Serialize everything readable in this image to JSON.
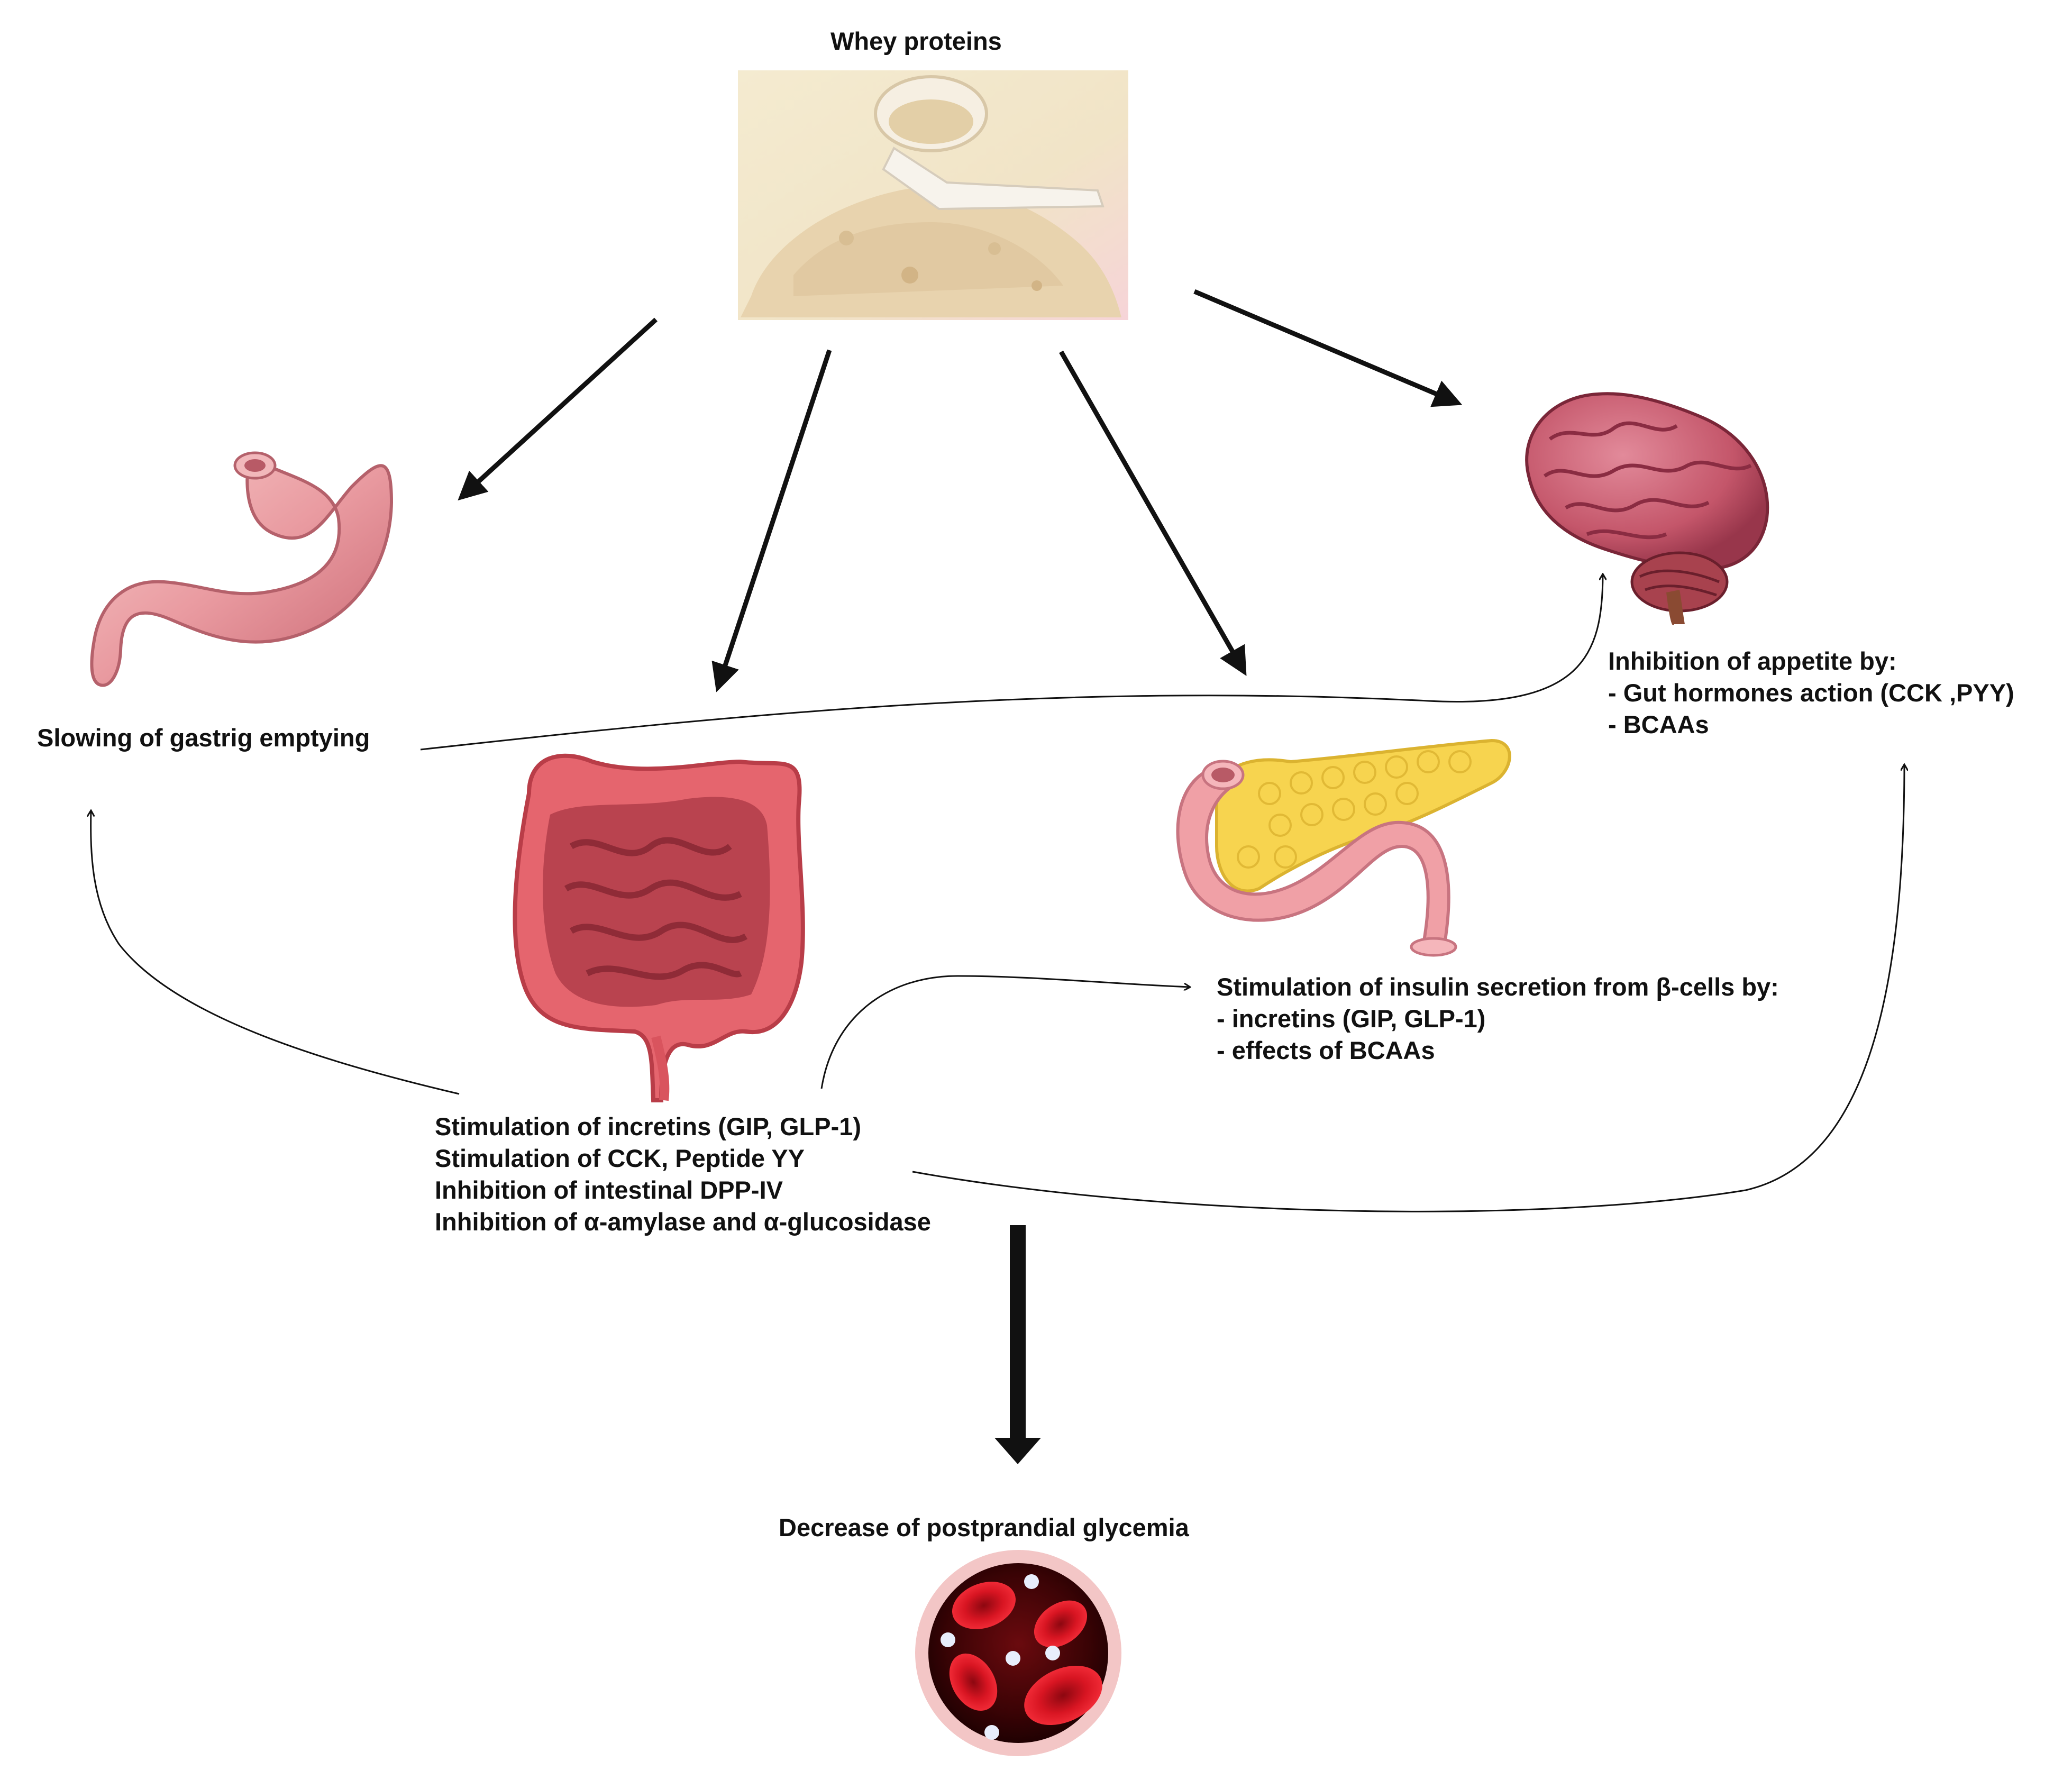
{
  "diagram": {
    "source_node": {
      "label": "Whey proteins",
      "icon": "whey-powder-icon"
    },
    "stomach": {
      "label": "Slowing of gastrig emptying",
      "icon": "stomach-icon"
    },
    "brain": {
      "icon": "brain-icon",
      "lines": [
        "Inhibition of appetite by:",
        "- Gut hormones action (CCK ,PYY)",
        "- BCAAs"
      ]
    },
    "pancreas": {
      "icon": "pancreas-icon",
      "lines": [
        "Stimulation of insulin secretion from  β-cells by:",
        "- incretins (GIP, GLP-1)",
        "- effects of BCAAs"
      ]
    },
    "intestine": {
      "icon": "intestine-icon",
      "lines": [
        "Stimulation of incretins (GIP, GLP-1)",
        "Stimulation of CCK, Peptide YY",
        "Inhibition of intestinal DPP-IV",
        "Inhibition of α-amylase and α-glucosidase"
      ]
    },
    "outcome": {
      "label": "Decrease of postprandial glycemia",
      "icon": "blood-cells-icon"
    },
    "colors": {
      "arrow": "#111111",
      "stomach": "#e9a5a8",
      "intestine": "#d9545e",
      "pancreas_gland": "#f7d44f",
      "duodenum": "#f0a0a6",
      "brain": "#c4566a",
      "blood": "#c8101c",
      "whey": "#efe1c4"
    }
  }
}
